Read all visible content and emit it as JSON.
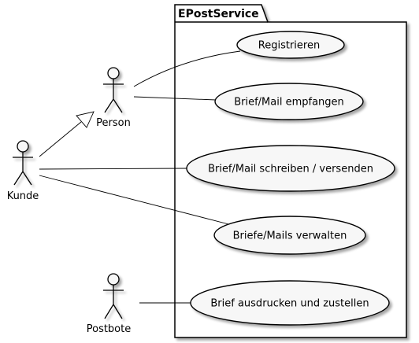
{
  "package": {
    "title": "EPostService"
  },
  "actors": {
    "person": "Person",
    "kunde": "Kunde",
    "postbote": "Postbote"
  },
  "usecases": {
    "registrieren": "Registrieren",
    "empfangen": "Brief/Mail empfangen",
    "schreiben": "Brief/Mail schreiben / versenden",
    "verwalten": "Briefe/Mails verwalten",
    "zustellen": "Brief ausdrucken und zustellen"
  },
  "colors": {
    "usecase_fill": "#f7f7f7",
    "stroke": "#000000",
    "shadow": "#c8c8c8"
  }
}
